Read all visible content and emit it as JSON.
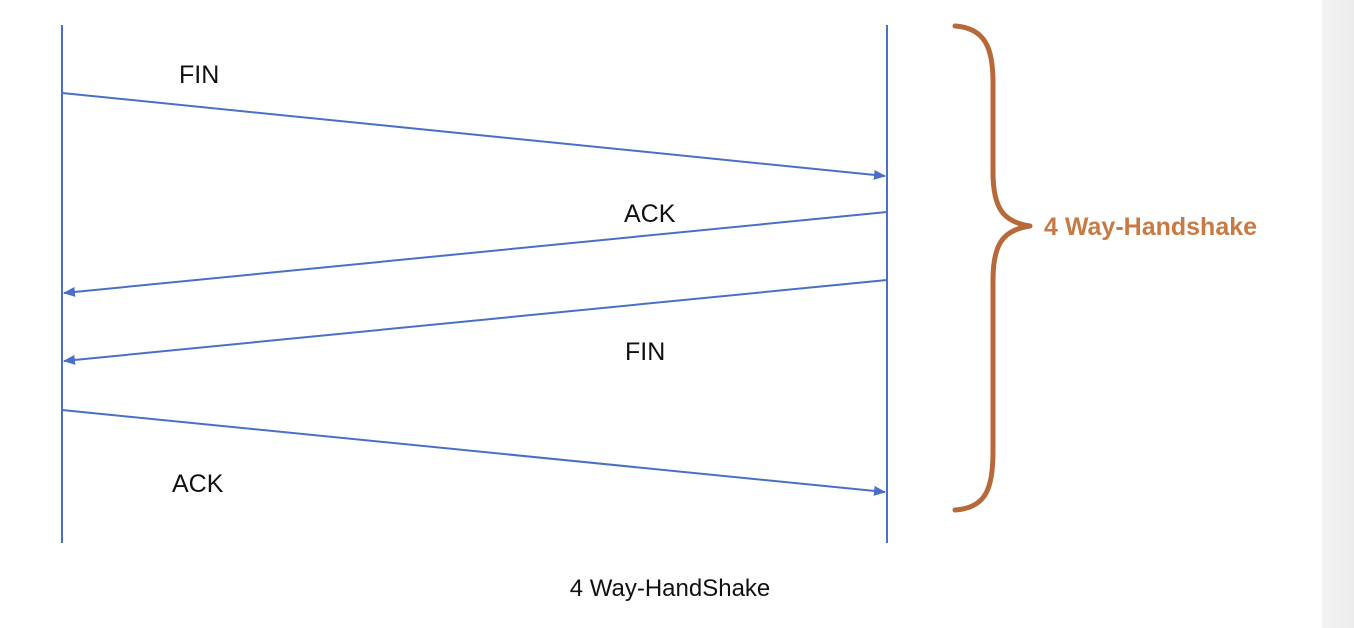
{
  "diagram": {
    "colors": {
      "lifeline": "#4a6fc4",
      "arrow": "#4a6fc4",
      "brace": "#b8693a",
      "brace_label": "#c87a45"
    },
    "messages": [
      {
        "label": "FIN",
        "direction": "left-to-right"
      },
      {
        "label": "ACK",
        "direction": "right-to-left"
      },
      {
        "label": "FIN",
        "direction": "right-to-left"
      },
      {
        "label": "ACK",
        "direction": "left-to-right"
      }
    ],
    "brace_label": "4 Way-Handshake"
  },
  "caption": "4 Way-HandShake"
}
